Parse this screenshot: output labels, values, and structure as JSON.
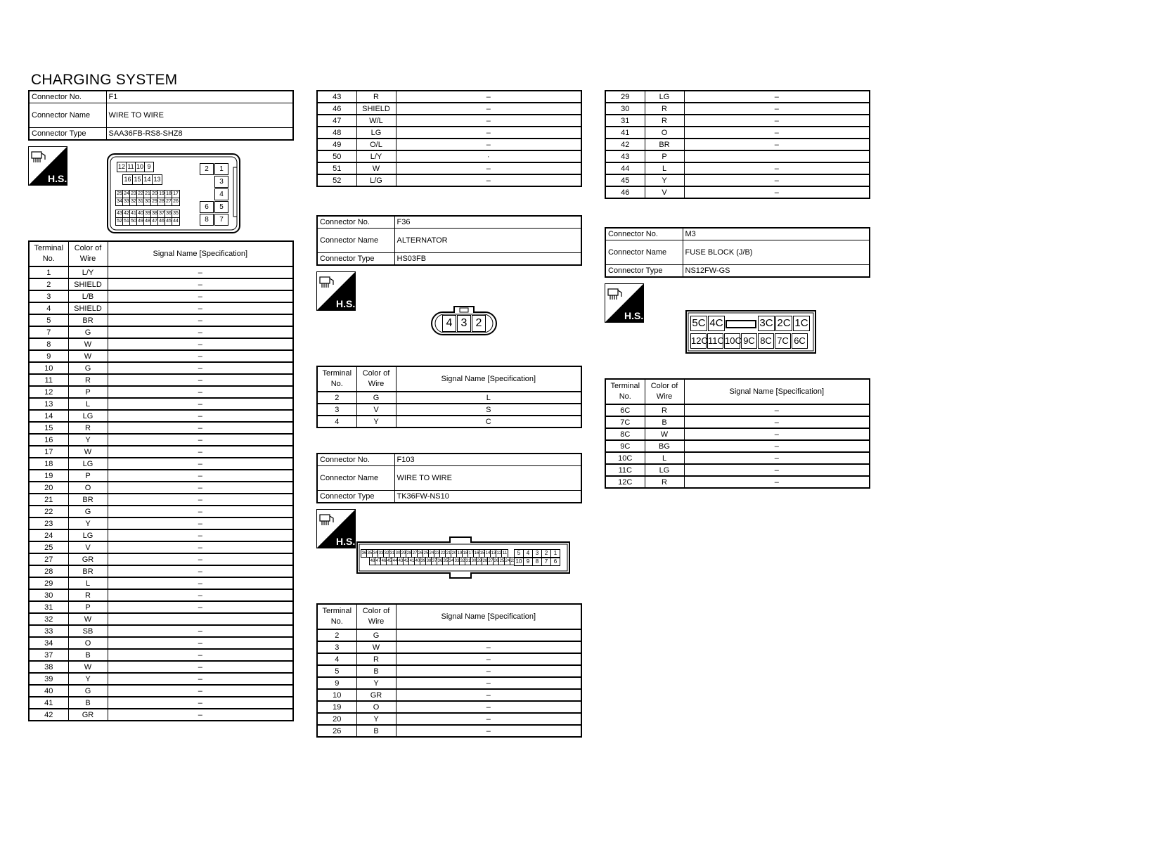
{
  "page": {
    "title": "CHARGING SYSTEM"
  },
  "labels": {
    "connector_no": "Connector No.",
    "connector_name": "Connector Name",
    "connector_type": "Connector Type",
    "terminal_no": "Terminal No.",
    "color_of_wire": "Color of Wire",
    "signal_name": "Signal Name [Specification]",
    "hs_badge": "H.S."
  },
  "connectors": {
    "f1": {
      "no": "F1",
      "name": "WIRE TO WIRE",
      "type": "SAA36FB-RS8-SHZ8"
    },
    "f36": {
      "no": "F36",
      "name": "ALTERNATOR",
      "type": "HS03FB",
      "pins": [
        "4",
        "3",
        "2"
      ]
    },
    "f103": {
      "no": "F103",
      "name": "WIRE TO WIRE",
      "type": "TK36FW-NS10"
    },
    "m3": {
      "no": "M3",
      "name": "FUSE BLOCK (J/B)",
      "type": "NS12FW-GS",
      "pins_top": [
        "5C",
        "4C",
        "",
        "3C",
        "2C",
        "1C"
      ],
      "pins_bottom": [
        "12C",
        "11C",
        "10C",
        "9C",
        "8C",
        "7C",
        "6C"
      ]
    }
  },
  "f1_rows": [
    [
      "1",
      "L/Y",
      "–"
    ],
    [
      "2",
      "SHIELD",
      "–"
    ],
    [
      "3",
      "L/B",
      "–"
    ],
    [
      "4",
      "SHIELD",
      "–"
    ],
    [
      "5",
      "BR",
      "–"
    ],
    [
      "7",
      "G",
      "–"
    ],
    [
      "8",
      "W",
      "–"
    ],
    [
      "9",
      "W",
      "–"
    ],
    [
      "10",
      "G",
      "–"
    ],
    [
      "11",
      "R",
      "–"
    ],
    [
      "12",
      "P",
      "–"
    ],
    [
      "13",
      "L",
      "–"
    ],
    [
      "14",
      "LG",
      "–"
    ],
    [
      "15",
      "R",
      "–"
    ],
    [
      "16",
      "Y",
      "–"
    ],
    [
      "17",
      "W",
      "–"
    ],
    [
      "18",
      "LG",
      "–"
    ],
    [
      "19",
      "P",
      "–"
    ],
    [
      "20",
      "O",
      "–"
    ],
    [
      "21",
      "BR",
      "–"
    ],
    [
      "22",
      "G",
      "–"
    ],
    [
      "23",
      "Y",
      "–"
    ],
    [
      "24",
      "LG",
      "–"
    ],
    [
      "25",
      "V",
      "–"
    ],
    [
      "27",
      "GR",
      "–"
    ],
    [
      "28",
      "BR",
      "–"
    ],
    [
      "29",
      "L",
      "–"
    ],
    [
      "30",
      "R",
      "–"
    ],
    [
      "31",
      "P",
      "–"
    ],
    [
      "32",
      "W",
      ""
    ],
    [
      "33",
      "SB",
      "–"
    ],
    [
      "34",
      "O",
      "–"
    ],
    [
      "37",
      "B",
      "–"
    ],
    [
      "38",
      "W",
      "–"
    ],
    [
      "39",
      "Y",
      "–"
    ],
    [
      "40",
      "G",
      "–"
    ],
    [
      "41",
      "B",
      "–"
    ],
    [
      "42",
      "GR",
      "–"
    ]
  ],
  "f1_cont_rows": [
    [
      "43",
      "R",
      "–"
    ],
    [
      "46",
      "SHIELD",
      "–"
    ],
    [
      "47",
      "W/L",
      "–"
    ],
    [
      "48",
      "LG",
      "–"
    ],
    [
      "49",
      "O/L",
      "–"
    ],
    [
      "50",
      "L/Y",
      "·"
    ],
    [
      "51",
      "W",
      "–"
    ],
    [
      "52",
      "L/G",
      "–"
    ]
  ],
  "f36_rows": [
    [
      "2",
      "G",
      "L"
    ],
    [
      "3",
      "V",
      "S"
    ],
    [
      "4",
      "Y",
      "C"
    ]
  ],
  "f103_rows": [
    [
      "2",
      "G",
      ""
    ],
    [
      "3",
      "W",
      "–"
    ],
    [
      "4",
      "R",
      "–"
    ],
    [
      "5",
      "B",
      "–"
    ],
    [
      "9",
      "Y",
      "–"
    ],
    [
      "10",
      "GR",
      "–"
    ],
    [
      "19",
      "O",
      "–"
    ],
    [
      "20",
      "Y",
      "–"
    ],
    [
      "26",
      "B",
      "–"
    ]
  ],
  "f103_cont_rows": [
    [
      "29",
      "LG",
      "–"
    ],
    [
      "30",
      "R",
      "–"
    ],
    [
      "31",
      "R",
      "–"
    ],
    [
      "41",
      "O",
      "–"
    ],
    [
      "42",
      "BR",
      "–"
    ],
    [
      "43",
      "P",
      ""
    ],
    [
      "44",
      "L",
      "–"
    ],
    [
      "45",
      "Y",
      "–"
    ],
    [
      "46",
      "V",
      "–"
    ]
  ],
  "m3_rows": [
    [
      "6C",
      "R",
      "–"
    ],
    [
      "7C",
      "B",
      "–"
    ],
    [
      "8C",
      "W",
      "–"
    ],
    [
      "9C",
      "BG",
      "–"
    ],
    [
      "10C",
      "L",
      "–"
    ],
    [
      "11C",
      "LG",
      "–"
    ],
    [
      "12C",
      "R",
      "–"
    ]
  ],
  "f1_face": {
    "r1": [
      "12",
      "11",
      "10",
      "9"
    ],
    "r2": [
      "16",
      "15",
      "14",
      "13"
    ],
    "r3": [
      "25",
      "24",
      "23",
      "22",
      "21",
      "20",
      "19",
      "18",
      "17"
    ],
    "r4": [
      "34",
      "33",
      "32",
      "31",
      "30",
      "29",
      "28",
      "27",
      "26"
    ],
    "r5": [
      "43",
      "42",
      "41",
      "40",
      "39",
      "38",
      "37",
      "36",
      "35"
    ],
    "r6": [
      "52",
      "51",
      "50",
      "49",
      "48",
      "47",
      "46",
      "45",
      "44"
    ],
    "side": [
      "2",
      "1",
      "3",
      "4",
      "6",
      "5",
      "8",
      "7"
    ]
  },
  "f103_face": {
    "top": [
      "36",
      "35",
      "34",
      "33",
      "32",
      "31",
      "30",
      "29",
      "28",
      "27",
      "26",
      "25",
      "24",
      "23",
      "22",
      "21",
      "20",
      "19",
      "18",
      "17",
      "16",
      "15",
      "14",
      "13",
      "12",
      "11"
    ],
    "bottom": [
      "48",
      "47",
      "46",
      "45",
      "44",
      "43",
      "42",
      "41",
      "40",
      "39",
      "38",
      "37",
      "36",
      "35",
      "34",
      "33",
      "32",
      "31",
      "30",
      "29",
      "28",
      "27",
      "26",
      "25",
      "24",
      "23"
    ],
    "side_top": [
      "5",
      "4",
      "3",
      "2",
      "1"
    ],
    "side_bottom": [
      "10",
      "9",
      "8",
      "7",
      "6"
    ]
  }
}
